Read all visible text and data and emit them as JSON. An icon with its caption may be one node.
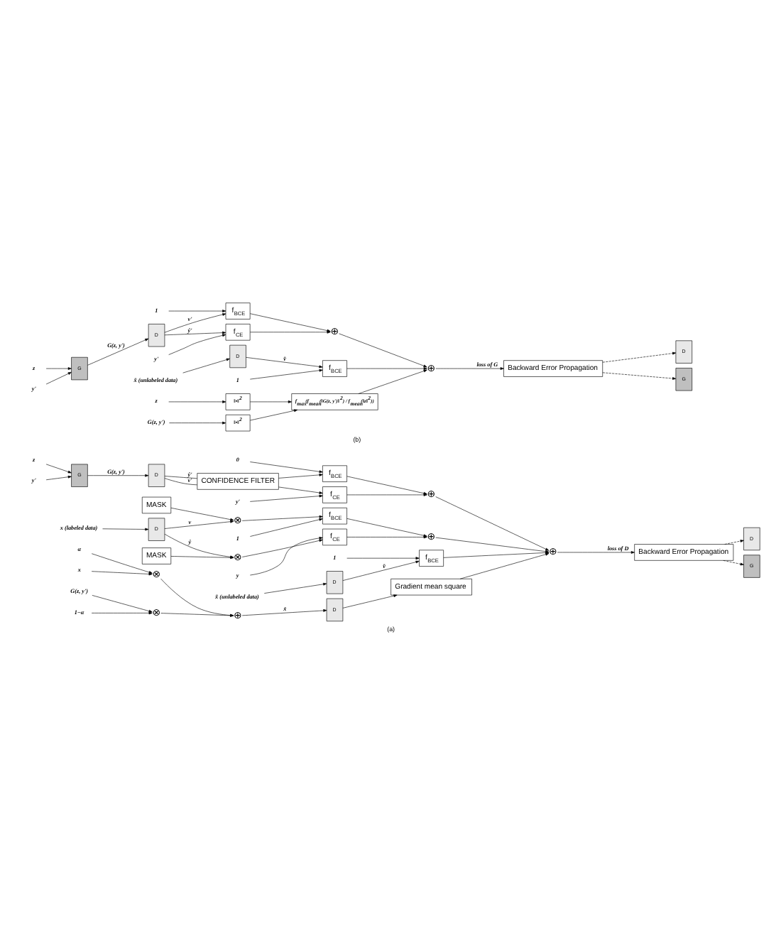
{
  "diagram": {
    "nodes": [
      {
        "text": [
          "z"
        ]
      },
      {
        "text": [
          "y'"
        ]
      },
      {
        "text": [
          "G"
        ]
      },
      {
        "text": [
          "D"
        ]
      },
      {
        "text": [
          "CONFIDENCE FILTER"
        ]
      },
      {
        "text": [
          "0"
        ]
      },
      {
        "text": [
          "f$_{BCE}$"
        ]
      },
      {
        "text": [
          "f$_{CE}$"
        ]
      },
      {
        "text": [
          "y'"
        ]
      },
      {
        "text": [
          "⊕"
        ]
      },
      {
        "text": [
          "x (labeled data)"
        ]
      },
      {
        "text": [
          "D"
        ]
      },
      {
        "text": [
          "MASK"
        ]
      },
      {
        "text": [
          "⊗"
        ]
      },
      {
        "text": [
          "⊗"
        ]
      },
      {
        "text": [
          "MASK"
        ]
      },
      {
        "text": [
          "1"
        ]
      },
      {
        "text": [
          "f$_{BCE}$"
        ]
      },
      {
        "text": [
          "f$_{CE}$"
        ]
      },
      {
        "text": [
          "y"
        ]
      },
      {
        "text": [
          "⊕"
        ]
      },
      {
        "text": [
          "x̄ (unlabeled data)"
        ]
      },
      {
        "text": [
          "D"
        ]
      },
      {
        "text": [
          "1"
        ]
      },
      {
        "text": [
          "f$_{BCE}$"
        ]
      },
      {
        "text": [
          "α"
        ]
      },
      {
        "text": [
          "x"
        ]
      },
      {
        "text": [
          "⊗"
        ]
      },
      {
        "text": [
          "G(z, y')"
        ]
      },
      {
        "text": [
          "⊗"
        ]
      },
      {
        "text": [
          "1−α"
        ]
      },
      {
        "text": [
          "⊕"
        ]
      },
      {
        "text": [
          "D"
        ]
      },
      {
        "text": [
          "Gradient mean square"
        ]
      },
      {
        "text": [
          "⊕"
        ]
      },
      {
        "text": [
          "Backward Error Propagation"
        ]
      },
      {
        "text": [
          "G"
        ]
      },
      {
        "text": [
          "D"
        ]
      },
      {
        "text": [
          "z"
        ]
      },
      {
        "text": [
          "y'"
        ]
      },
      {
        "text": [
          "G"
        ]
      },
      {
        "text": [
          "D"
        ]
      },
      {
        "text": [
          "1"
        ]
      },
      {
        "text": [
          "f$_{BCE}$"
        ]
      },
      {
        "text": [
          "f$_{CE}$"
        ]
      },
      {
        "text": [
          "y'"
        ]
      },
      {
        "text": [
          "⊕"
        ]
      },
      {
        "text": [
          "x̄ (unlabeled data)"
        ]
      },
      {
        "text": [
          "D"
        ]
      },
      {
        "text": [
          "1"
        ]
      },
      {
        "text": [
          "f$_{BCE}$"
        ]
      },
      {
        "text": [
          "z"
        ]
      },
      {
        "text": [
          "‖•‖$^{2}$"
        ]
      },
      {
        "text": [
          "G(z, y')"
        ]
      },
      {
        "text": [
          "‖•‖$^{2}$"
        ]
      },
      {
        "text": [
          "f$_{max}$(f$_{mean}$(‖G(z, y')‖$^{2}$) / f$_{mean}$(‖z‖$^{2}$))"
        ]
      },
      {
        "text": [
          "⊕"
        ]
      },
      {
        "text": [
          "Backward Error Propagation"
        ]
      },
      {
        "text": [
          "G"
        ]
      },
      {
        "text": [
          "D"
        ]
      }
    ],
    "edges": [
      {
        "from": 0,
        "to": 2,
        "arrow": "to"
      },
      {
        "from": 1,
        "to": 2,
        "arrow": "to"
      },
      {
        "from": 2,
        "to": 3,
        "arrow": "to",
        "label": "G(z, y')"
      },
      {
        "from": 3,
        "to": 4,
        "arrow": "none",
        "label": "v'"
      },
      {
        "from": 3,
        "to": 4,
        "arrow": "none",
        "label": "ŷ'"
      },
      {
        "from": 5,
        "to": 6,
        "arrow": "to"
      },
      {
        "from": 4,
        "to": 6,
        "arrow": "to"
      },
      {
        "from": 4,
        "to": 7,
        "arrow": "to"
      },
      {
        "from": 8,
        "to": 7,
        "arrow": "to"
      },
      {
        "from": 6,
        "to": 9,
        "arrow": "to"
      },
      {
        "from": 7,
        "to": 9,
        "arrow": "to"
      },
      {
        "from": 9,
        "to": 34,
        "arrow": "to"
      },
      {
        "from": 10,
        "to": 11,
        "arrow": "to"
      },
      {
        "from": 12,
        "to": 13,
        "arrow": "to"
      },
      {
        "from": 11,
        "to": 13,
        "arrow": "to",
        "label": "v"
      },
      {
        "from": 11,
        "to": 14,
        "arrow": "to",
        "label": "ŷ"
      },
      {
        "from": 15,
        "to": 14,
        "arrow": "to"
      },
      {
        "from": 16,
        "to": 17,
        "arrow": "to"
      },
      {
        "from": 13,
        "to": 17,
        "arrow": "to"
      },
      {
        "from": 14,
        "to": 18,
        "arrow": "to"
      },
      {
        "from": 19,
        "to": 18,
        "arrow": "to"
      },
      {
        "from": 17,
        "to": 20,
        "arrow": "to"
      },
      {
        "from": 18,
        "to": 20,
        "arrow": "to"
      },
      {
        "from": 20,
        "to": 34,
        "arrow": "to"
      },
      {
        "from": 21,
        "to": 22,
        "arrow": "to"
      },
      {
        "from": 23,
        "to": 24,
        "arrow": "to"
      },
      {
        "from": 22,
        "to": 24,
        "arrow": "to",
        "label": "v̄"
      },
      {
        "from": 24,
        "to": 34,
        "arrow": "to"
      },
      {
        "from": 25,
        "to": 27,
        "arrow": "to"
      },
      {
        "from": 26,
        "to": 27,
        "arrow": "to"
      },
      {
        "from": 28,
        "to": 29,
        "arrow": "to"
      },
      {
        "from": 30,
        "to": 29,
        "arrow": "to"
      },
      {
        "from": 27,
        "to": 31,
        "arrow": "to"
      },
      {
        "from": 29,
        "to": 31,
        "arrow": "to"
      },
      {
        "from": 31,
        "to": 32,
        "arrow": "to",
        "label": "x̂"
      },
      {
        "from": 32,
        "to": 33,
        "arrow": "to"
      },
      {
        "from": 33,
        "to": 34,
        "arrow": "to"
      },
      {
        "from": 34,
        "to": 35,
        "arrow": "to",
        "label": "loss of D"
      },
      {
        "from": 35,
        "to": 36,
        "arrow": "to",
        "style": "dashed"
      },
      {
        "from": 35,
        "to": 37,
        "arrow": "to",
        "style": "dashed"
      },
      {
        "from": 38,
        "to": 40,
        "arrow": "to"
      },
      {
        "from": 39,
        "to": 40,
        "arrow": "to"
      },
      {
        "from": 40,
        "to": 41,
        "arrow": "to",
        "label": "G(z, y')"
      },
      {
        "from": 42,
        "to": 43,
        "arrow": "to"
      },
      {
        "from": 41,
        "to": 43,
        "arrow": "to",
        "label": "v'"
      },
      {
        "from": 41,
        "to": 44,
        "arrow": "to",
        "label": "ŷ'"
      },
      {
        "from": 45,
        "to": 44,
        "arrow": "to"
      },
      {
        "from": 43,
        "to": 46,
        "arrow": "to"
      },
      {
        "from": 44,
        "to": 46,
        "arrow": "to"
      },
      {
        "from": 46,
        "to": 56,
        "arrow": "to"
      },
      {
        "from": 47,
        "to": 48,
        "arrow": "to"
      },
      {
        "from": 49,
        "to": 50,
        "arrow": "to"
      },
      {
        "from": 48,
        "to": 50,
        "arrow": "to",
        "label": "v̄"
      },
      {
        "from": 50,
        "to": 56,
        "arrow": "to"
      },
      {
        "from": 51,
        "to": 52,
        "arrow": "to"
      },
      {
        "from": 53,
        "to": 54,
        "arrow": "to"
      },
      {
        "from": 52,
        "to": 55,
        "arrow": "to"
      },
      {
        "from": 54,
        "to": 55,
        "arrow": "to"
      },
      {
        "from": 55,
        "to": 56,
        "arrow": "to"
      },
      {
        "from": 56,
        "to": 57,
        "arrow": "to",
        "label": "loss of G"
      },
      {
        "from": 57,
        "to": 58,
        "arrow": "to",
        "style": "dashed"
      },
      {
        "from": 57,
        "to": 59,
        "arrow": "to",
        "style": "dashed"
      }
    ],
    "labels": [
      "(a)",
      "(b)"
    ]
  }
}
